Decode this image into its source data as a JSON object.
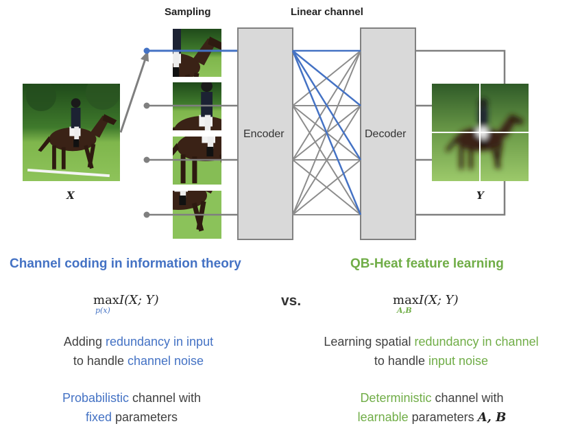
{
  "headers": {
    "sampling": "Sampling",
    "linear_channel": "Linear channel"
  },
  "blocks": {
    "encoder": "Encoder",
    "decoder": "Decoder"
  },
  "variables": {
    "x": "X",
    "y": "Y"
  },
  "left": {
    "title": "Channel coding in information theory",
    "formula_op": "max",
    "formula_rest": "I(X; Y)",
    "formula_sub": "p(x)",
    "line1_pre": "Adding ",
    "line1_hl": "redundancy in input",
    "line2_pre": "to handle ",
    "line2_hl": "channel noise",
    "line3_hl": "Probabilistic",
    "line3_post": " channel with",
    "line4_hl": "fixed",
    "line4_post": " parameters"
  },
  "vs": "vs.",
  "right": {
    "title": "QB-Heat feature learning",
    "formula_op": "max",
    "formula_rest": "I(X; Y)",
    "formula_sub": "A,B",
    "line1_pre": "Learning spatial ",
    "line1_hl": "redundancy in channel",
    "line2_pre": "to handle ",
    "line2_hl": "input noise",
    "line3_hl": "Deterministic",
    "line3_post": " channel with",
    "line4_hl": "learnable",
    "line4_post": " parameters ",
    "line4_math": "A, B"
  },
  "colors": {
    "blue": "#4472c4",
    "green": "#70ad47",
    "gray_line": "#7f7f7f",
    "block_fill": "#d9d9d9"
  }
}
